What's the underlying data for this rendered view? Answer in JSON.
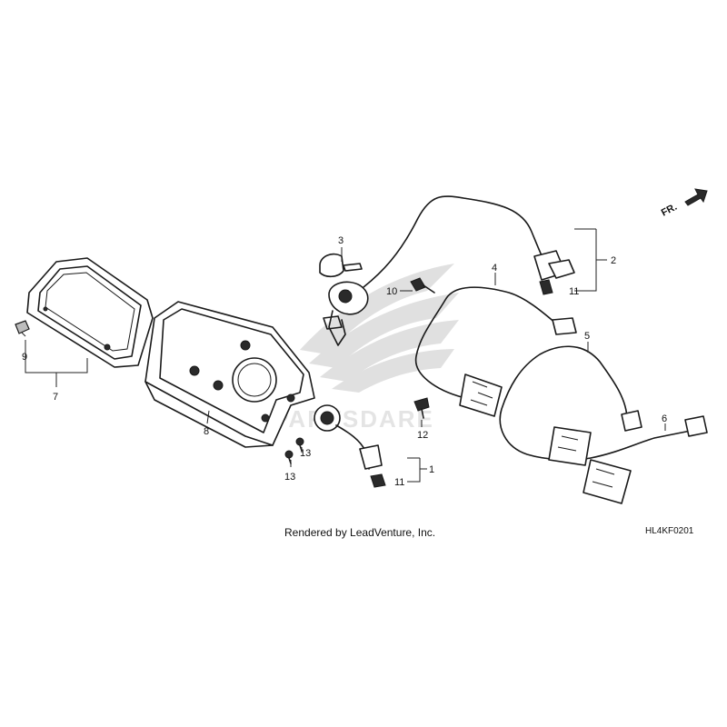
{
  "diagram": {
    "callouts": {
      "c1": "1",
      "c2": "2",
      "c3": "3",
      "c4": "4",
      "c5": "5",
      "c6": "6",
      "c7": "7",
      "c8": "8",
      "c9": "9",
      "c10": "10",
      "c11a": "11",
      "c11b": "11",
      "c12": "12",
      "c13a": "13",
      "c13b": "13"
    },
    "direction_arrow_label": "FR.",
    "watermark_text": "PARTSDARE",
    "credit": "Rendered by LeadVenture, Inc.",
    "diagram_code": "HL4KF0201"
  }
}
